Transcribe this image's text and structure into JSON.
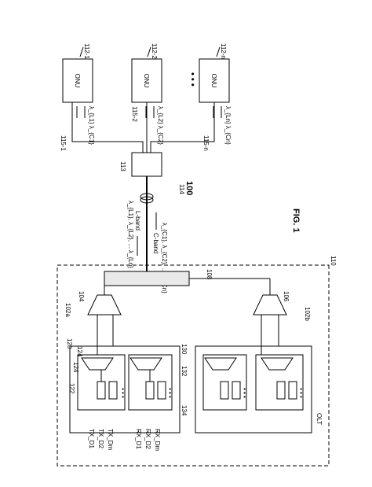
{
  "figure": {
    "ref": "100",
    "caption": "FIG. 1"
  },
  "onus": [
    {
      "ref": "112-1",
      "label": "ONU",
      "fiber_ref": "115-1",
      "signal": "λ_{L1}  λ_{C1}"
    },
    {
      "ref": "112-2",
      "label": "ONU",
      "fiber_ref": "115-2",
      "signal": "λ_{L2}  λ_{C2}"
    },
    {
      "ref": "112-n",
      "label": "ONU",
      "fiber_ref": "115-n",
      "signal": "λ_{Ln}  λ_{Cn}"
    }
  ],
  "onu_ellipsis": "• • •",
  "splitter": {
    "ref": "113"
  },
  "feeder": {
    "ref": "114"
  },
  "bands": {
    "lband_label": "L-band",
    "lband_signals": "λ_{L1}, λ_{L2}, ... λ_{Ln}",
    "cband_label": "C-band",
    "cband_signals": "λ_{C1}, λ_{C2}, ... λ_{Cn}"
  },
  "olt": {
    "label": "OLT",
    "ref": "110",
    "combiner_ref": "108",
    "mux_ref_1": "104",
    "mux_ref_2": "106",
    "card_ref_a": "102a",
    "card_ref_b": "102b",
    "tx_block_ref": "120",
    "rx_block_ref": "130",
    "tx_mux_ref": "124",
    "tx_mux_ref2": "124",
    "tx_unit_ref": "122",
    "rx_demux_ref": "132",
    "rx_unit_ref": "134"
  },
  "ports": {
    "tx": [
      "TX_D1",
      "TX_D2",
      "TX_Dm"
    ],
    "rx": [
      "RX_D1",
      "RX_D2",
      "RX_Dm"
    ]
  },
  "unit_ellipsis": "• • •"
}
